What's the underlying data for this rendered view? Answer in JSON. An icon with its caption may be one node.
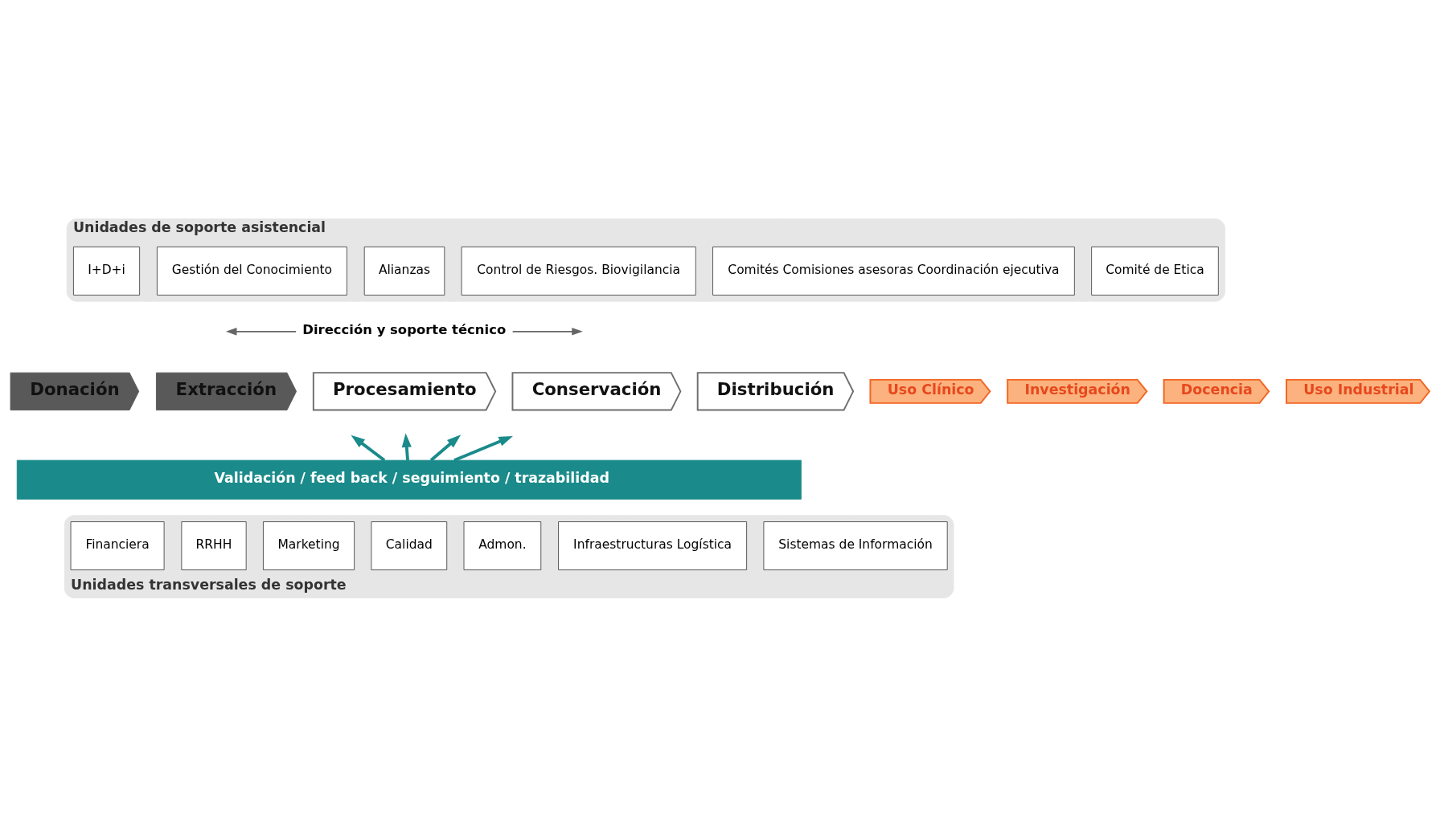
{
  "diagram": {
    "nodes": [
      {
        "text": [
          "Unidades de soporte asistencial"
        ]
      },
      {
        "text": [
          "I+D+i"
        ],
        "in": 0
      },
      {
        "text": [
          "Gestión del Conocimiento"
        ],
        "in": 0
      },
      {
        "text": [
          "Alianzas"
        ],
        "in": 0
      },
      {
        "text": [
          "Control de Riesgos. Biovigilancia"
        ],
        "in": 0
      },
      {
        "text": [
          "Comités Comisiones asesoras Coordinación ejecutiva"
        ],
        "in": 0
      },
      {
        "text": [
          "Comité de Etica"
        ],
        "in": 0
      },
      {
        "text": [
          "Dirección y soporte técnico"
        ]
      },
      {
        "text": [
          "Donación"
        ]
      },
      {
        "text": [
          "Extracción"
        ]
      },
      {
        "text": [
          "Procesamiento"
        ]
      },
      {
        "text": [
          "Conservación"
        ]
      },
      {
        "text": [
          "Distribución"
        ]
      },
      {
        "text": [
          "Uso Clínico"
        ]
      },
      {
        "text": [
          "Investigación"
        ]
      },
      {
        "text": [
          "Docencia"
        ]
      },
      {
        "text": [
          "Uso Industrial"
        ]
      },
      {
        "text": [
          "Validación / feed back / seguimiento / trazabilidad"
        ]
      },
      {
        "text": [
          "Unidades transversales de soporte"
        ]
      },
      {
        "text": [
          "Financiera"
        ],
        "in": 18
      },
      {
        "text": [
          "RRHH"
        ],
        "in": 18
      },
      {
        "text": [
          "Marketing"
        ],
        "in": 18
      },
      {
        "text": [
          "Calidad"
        ],
        "in": 18
      },
      {
        "text": [
          "Admon."
        ],
        "in": 18
      },
      {
        "text": [
          "Infraestructuras Logística"
        ],
        "in": 18
      },
      {
        "text": [
          "Sistemas de Información"
        ],
        "in": 18
      }
    ],
    "edges": [
      {
        "from": 7,
        "to": null,
        "arrow": "to"
      },
      {
        "from": 7,
        "to": null,
        "arrow": "to"
      },
      {
        "from": 17,
        "to": null,
        "arrow": "to"
      },
      {
        "from": 17,
        "to": null,
        "arrow": "to"
      },
      {
        "from": 17,
        "to": null,
        "arrow": "to"
      },
      {
        "from": 17,
        "to": null,
        "arrow": "to"
      }
    ]
  }
}
